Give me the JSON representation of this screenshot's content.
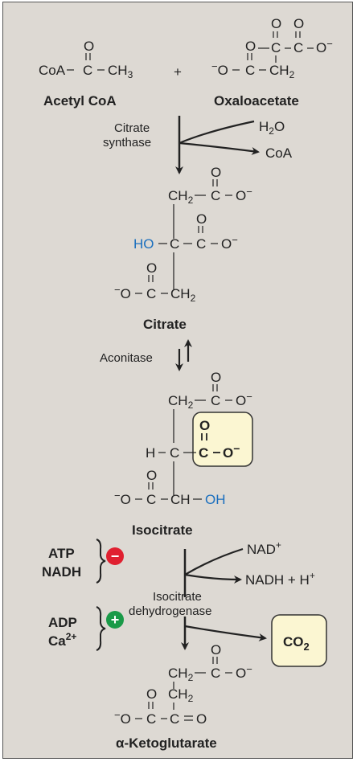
{
  "reaction1": {
    "acetyl_coa_name": "Acetyl CoA",
    "oxaloacetate_name": "Oxaloacetate",
    "plus": "+",
    "enzyme_line1": "Citrate",
    "enzyme_line2": "synthase",
    "water": "H",
    "water_sub": "2",
    "water_o": "O",
    "coa_released": "CoA"
  },
  "citrate": {
    "name": "Citrate",
    "hydroxyl": "HO"
  },
  "reaction2": {
    "enzyme": "Aconitase"
  },
  "isocitrate": {
    "name": "Isocitrate",
    "hydroxyl": "OH"
  },
  "reaction3": {
    "inhibitor_1": "ATP",
    "inhibitor_2": "NADH",
    "inhibit_sign": "−",
    "activator_1": "ADP",
    "activator_2": "Ca",
    "activator_2_sup": "2+",
    "activate_sign": "+",
    "nad": "NAD",
    "nad_sup": "+",
    "nadh_product": "NADH + H",
    "nadh_sup": "+",
    "enzyme_line1": "Isocitrate",
    "enzyme_line2": "dehydrogenase",
    "co2": "CO",
    "co2_sub": "2"
  },
  "alpha_ketoglutarate": {
    "name": "α-Ketoglutarate"
  },
  "colors": {
    "panel_bg": "#ddd9d3",
    "highlight_box": "#fbf6d2",
    "inhibit_red": "#e02030",
    "activate_green": "#1a9a48",
    "hydroxyl_blue": "#1a6fbe"
  }
}
